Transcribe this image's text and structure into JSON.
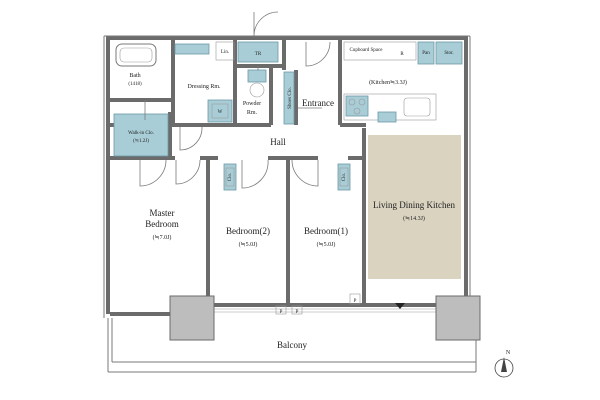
{
  "colors": {
    "wall": "#6b6b6b",
    "storage_teal": "#a8cdd6",
    "living_beige": "#d9d3c0",
    "column_grey": "#bdbdbd"
  },
  "rooms": {
    "bath": {
      "name": "Bath",
      "size": "(1418)"
    },
    "dressing": {
      "name": "Dressing Rm."
    },
    "lin": {
      "name": "Lin."
    },
    "tr": {
      "name": "TR"
    },
    "walkin": {
      "name": "Walk-in Clo.",
      "size": "(≒1.2J)"
    },
    "washer": {
      "name": "W"
    },
    "powder": {
      "name": "Powder",
      "name2": "Rm."
    },
    "shoes": {
      "name": "Shoes Clo."
    },
    "entrance": {
      "name": "Entrance"
    },
    "hall": {
      "name": "Hall"
    },
    "cupboard": {
      "name": "Cupboard Space"
    },
    "fridge": {
      "name": "R"
    },
    "pan": {
      "name": "Pan"
    },
    "stor": {
      "name": "Stor."
    },
    "kitchen": {
      "name": "(Kitchen≒3.3J)"
    },
    "ldk": {
      "name": "Living Dining Kitchen",
      "size": "(≒14.3J)"
    },
    "master": {
      "name": "Master",
      "name2": "Bedroom",
      "size": "(≒7.0J)"
    },
    "bed2": {
      "name": "Bedroom(2)",
      "size": "(≒5.0J)"
    },
    "bed1": {
      "name": "Bedroom(1)",
      "size": "(≒5.0J)"
    },
    "clo2": {
      "name": "Clo."
    },
    "clo1": {
      "name": "Clo."
    },
    "balcony": {
      "name": "Balcony"
    },
    "p1": {
      "name": "P"
    },
    "p2": {
      "name": "P"
    },
    "p3": {
      "name": "P"
    }
  },
  "compass": {
    "label": "N"
  }
}
